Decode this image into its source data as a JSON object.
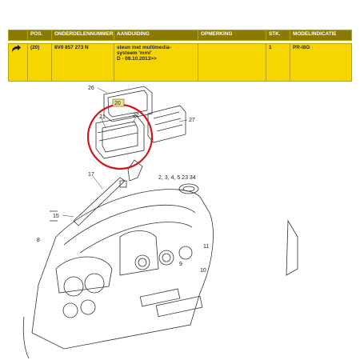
{
  "table": {
    "headers": [
      "",
      "POS.",
      "ONDERDELENNUMMER",
      "AANDUIDING",
      "OPMERKING",
      "STK.",
      "MODELINDICATIE"
    ],
    "row": {
      "pos": "(20)",
      "part_number": "8V0 857 273 N",
      "description_lines": [
        "steun met multimedia-",
        "systeem 'mmi'",
        "D - 09.10.2013>>"
      ],
      "remark": "",
      "qty": "1",
      "model": "PR-I8G"
    }
  },
  "diagram": {
    "callouts": {
      "c26": "26",
      "c20": "20",
      "c21": "21",
      "c22": "22",
      "c27": "27",
      "c17": "17",
      "c2334": "2, 3, 4, 5  23  34",
      "c15": "15",
      "c8": "8",
      "c9": "9",
      "c10": "10",
      "c11": "11"
    },
    "highlight_color": "#d0151d"
  }
}
